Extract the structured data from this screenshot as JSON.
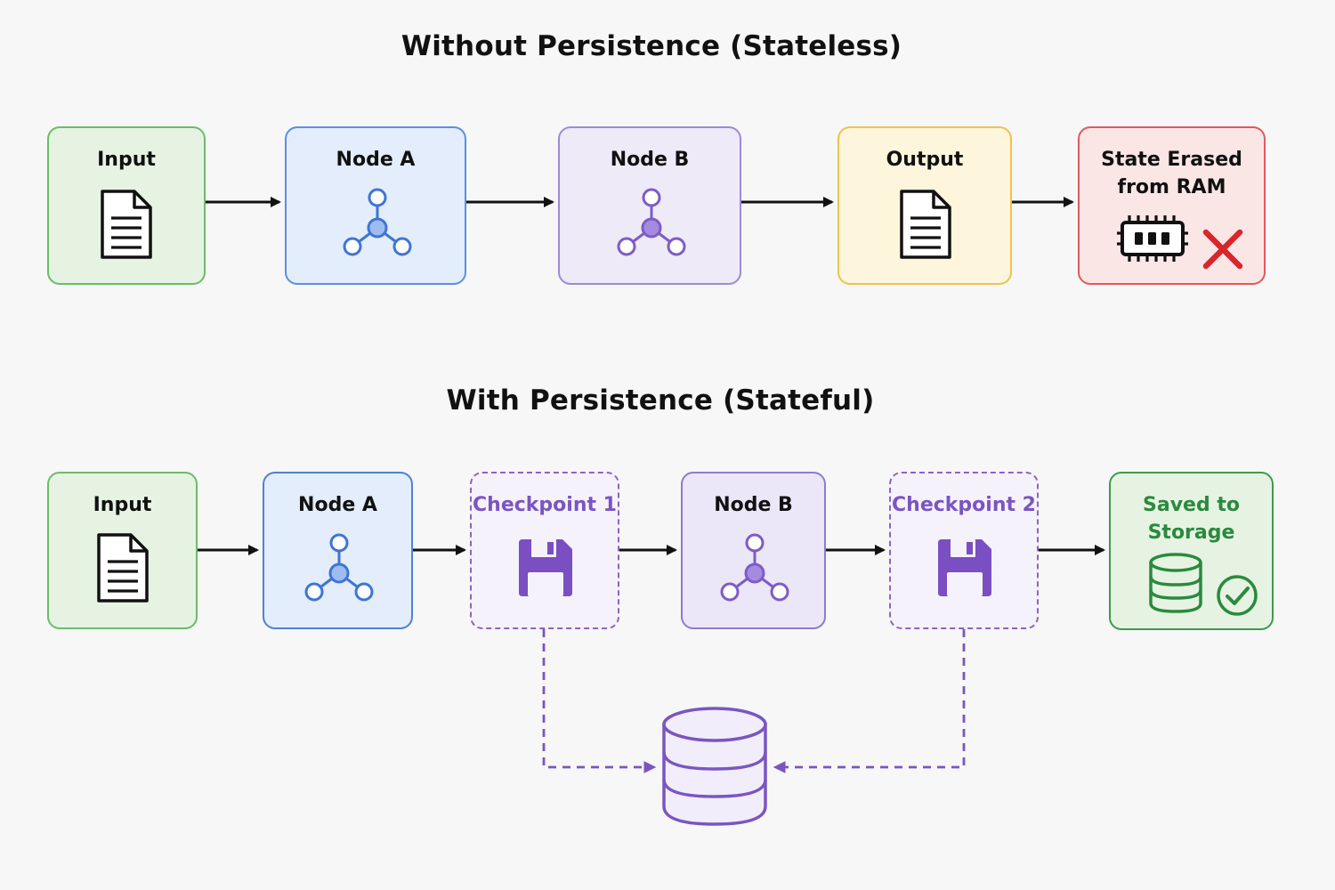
{
  "titles": {
    "top": "Without Persistence (Stateless)",
    "bottom": "With Persistence (Stateful)"
  },
  "stateless": {
    "input": "Input",
    "node_a": "Node A",
    "node_b": "Node B",
    "output": "Output",
    "erased": "State Erased\nfrom RAM"
  },
  "stateful": {
    "input": "Input",
    "node_a": "Node A",
    "checkpoint_1": "Checkpoint 1",
    "node_b": "Node B",
    "checkpoint_2": "Checkpoint 2",
    "saved": "Saved to\nStorage"
  },
  "icons": {
    "document": "document-icon",
    "graph_node": "graph-node-icon",
    "ram_chip": "memory-chip-icon",
    "error_mark": "red-x-icon",
    "floppy": "floppy-disk-icon",
    "database": "database-icon",
    "check": "check-circle-icon"
  },
  "colors": {
    "input": "#6dbb6a",
    "node_a": "#5b8fe3",
    "node_b": "#9c8ad7",
    "output": "#efc24a",
    "erased": "#e0595c",
    "checkpoint": "#8a64c6",
    "saved": "#3f9a4d"
  }
}
